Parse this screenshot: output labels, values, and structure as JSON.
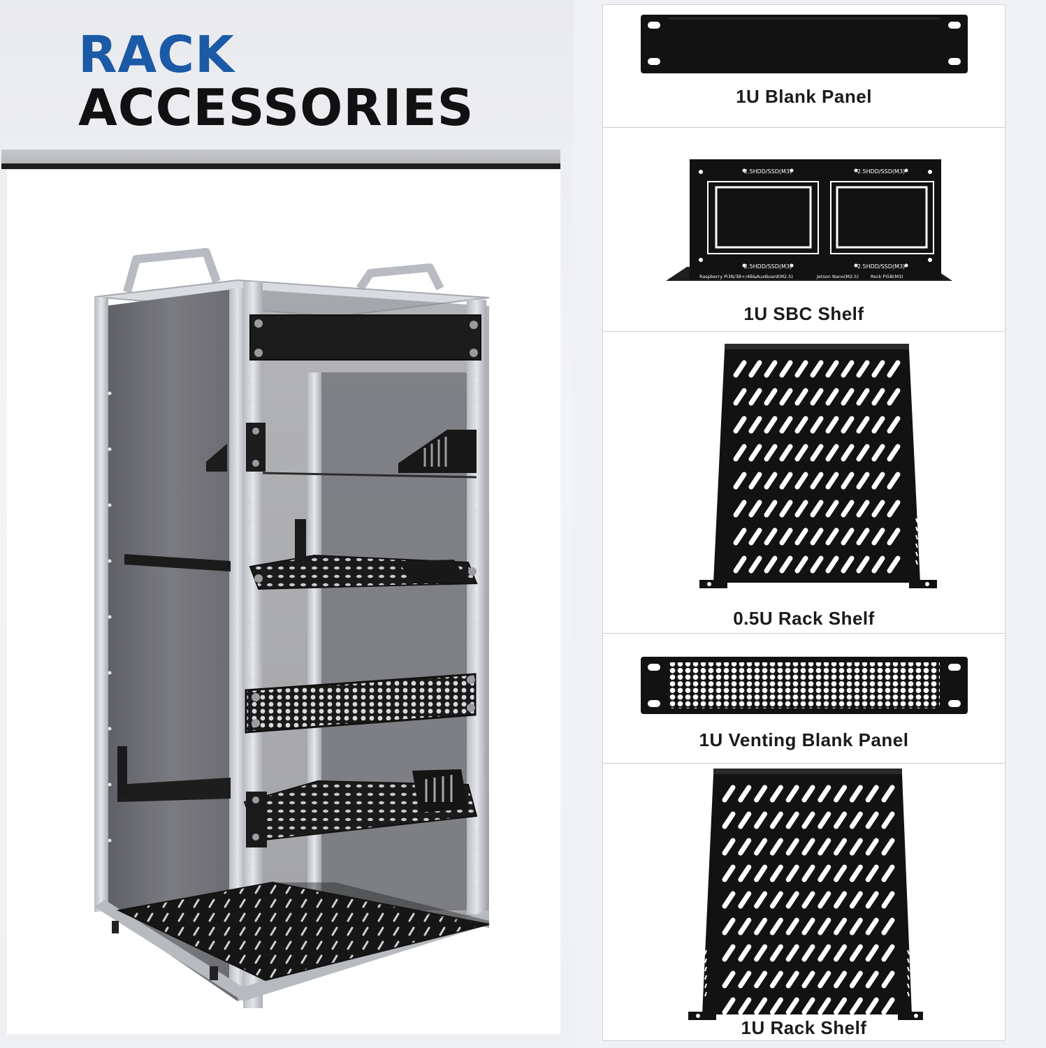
{
  "header": {
    "title_line1": "RACK",
    "title_line2": "ACCESSORIES"
  },
  "colors": {
    "title_blue": "#1a5aa6",
    "title_black": "#111111",
    "metal_black": "#151515",
    "frame_silver": "#c9ccd1"
  },
  "accessories": [
    {
      "label": "1U Blank Panel"
    },
    {
      "label": "1U SBC Shelf"
    },
    {
      "label": "0.5U Rack Shelf"
    },
    {
      "label": "1U Venting Blank Panel"
    },
    {
      "label": "1U Rack Shelf"
    }
  ],
  "sbc_shelf_print": {
    "top_left": "2.5HDD/SSD(M3)",
    "top_right": "2.5HDD/SSD(M3)",
    "bottom_left": "2.5HDD/SSD(M3)",
    "bottom_right": "2.5HDD/SSD(M3)",
    "legend_1": "Raspberry Pi3B/3B+/4B&AuxBoard(M2.5)",
    "legend_2": "Jetson Nano(M2.5)",
    "legend_3": "Rock Pi5B(M3)"
  }
}
